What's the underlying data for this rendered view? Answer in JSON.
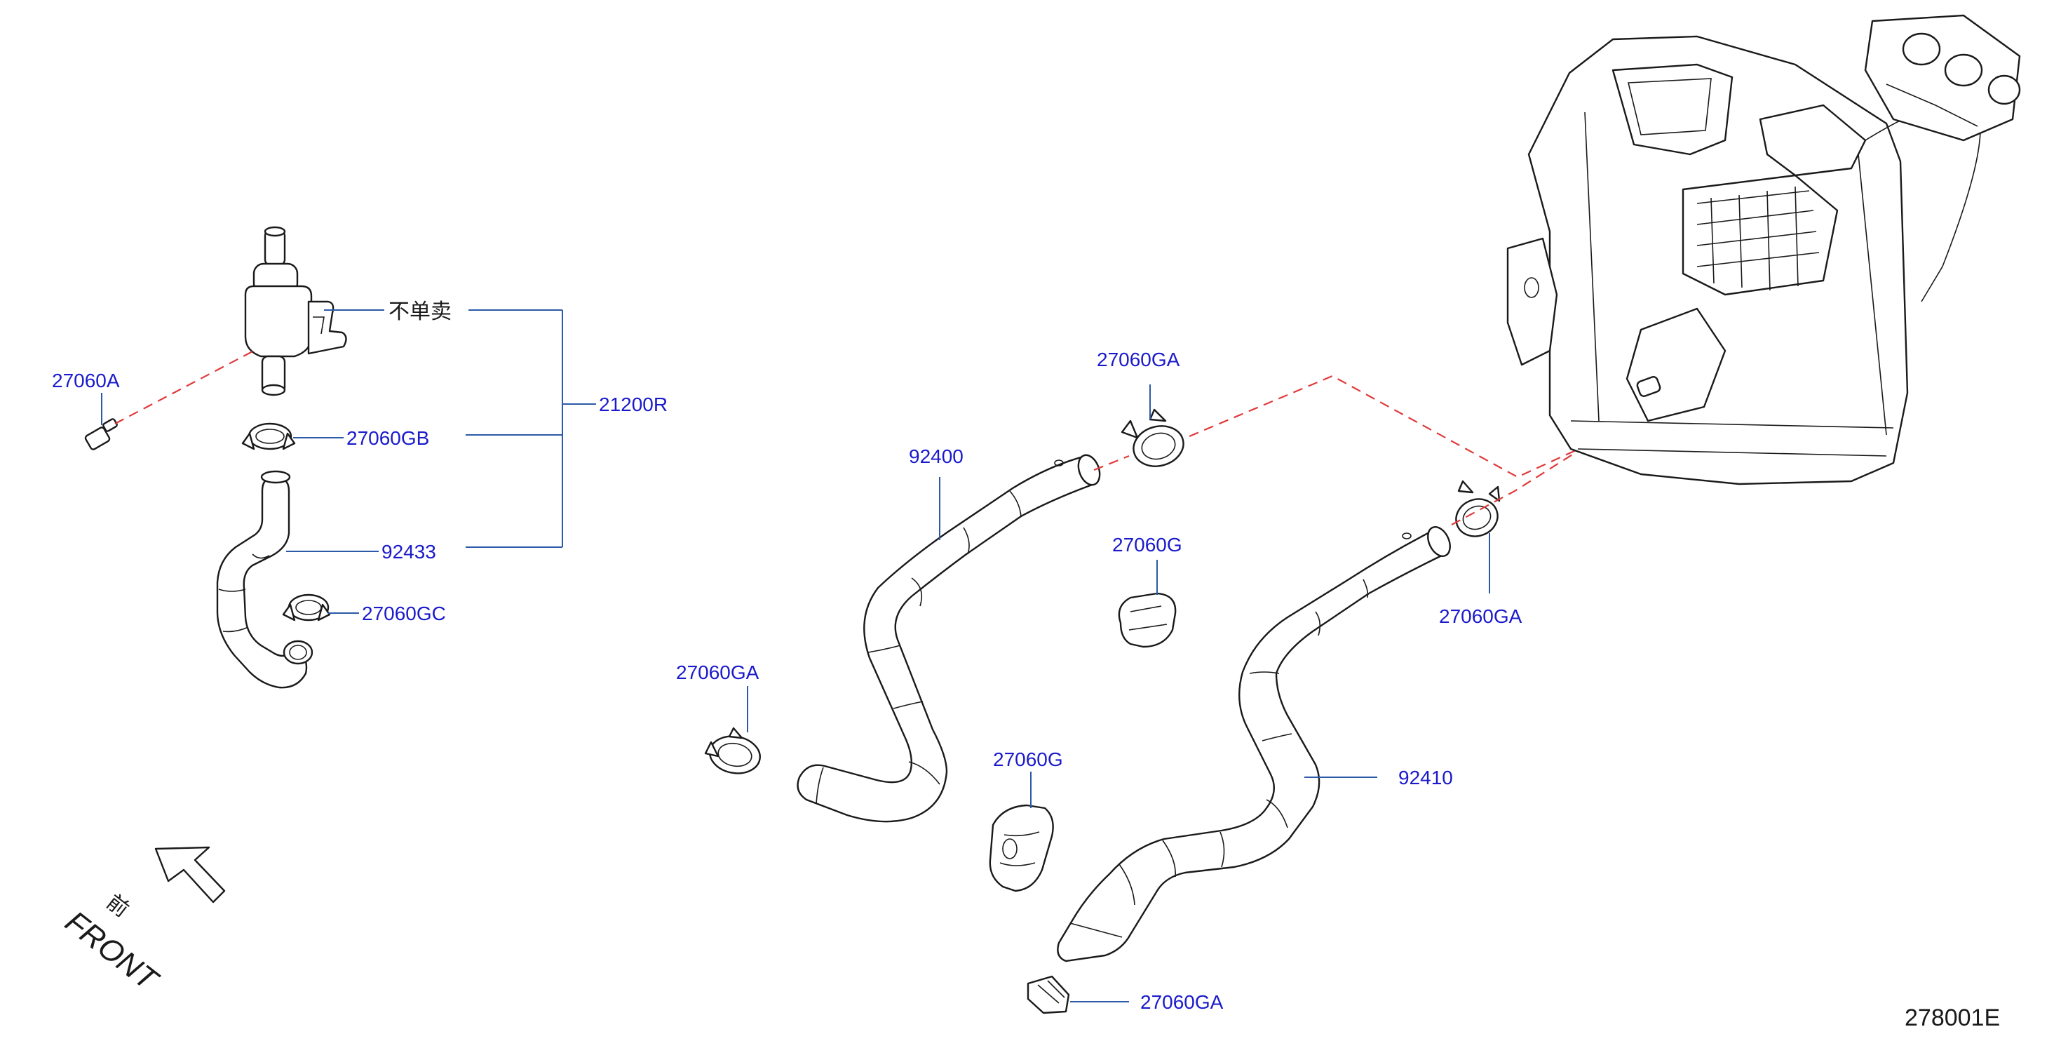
{
  "diagram_code": "278001E",
  "not_sold_separately": "不单卖",
  "front": {
    "cn": "前",
    "en": "FRONT"
  },
  "callouts": {
    "c_27060A": "27060A",
    "c_27060GB": "27060GB",
    "c_92433": "92433",
    "c_27060GC": "27060GC",
    "c_21200R": "21200R",
    "c_27060GA_top": "27060GA",
    "c_92400": "92400",
    "c_27060G_mid": "27060G",
    "c_27060GA_right": "27060GA",
    "c_27060GA_left": "27060GA",
    "c_27060G_low": "27060G",
    "c_92410": "92410",
    "c_27060GA_bottom": "27060GA"
  },
  "colors": {
    "callout": "#1a1acc",
    "leader": "#2b5aa8",
    "hidden_line": "#e03a3a",
    "outline": "#1a1a1a"
  }
}
